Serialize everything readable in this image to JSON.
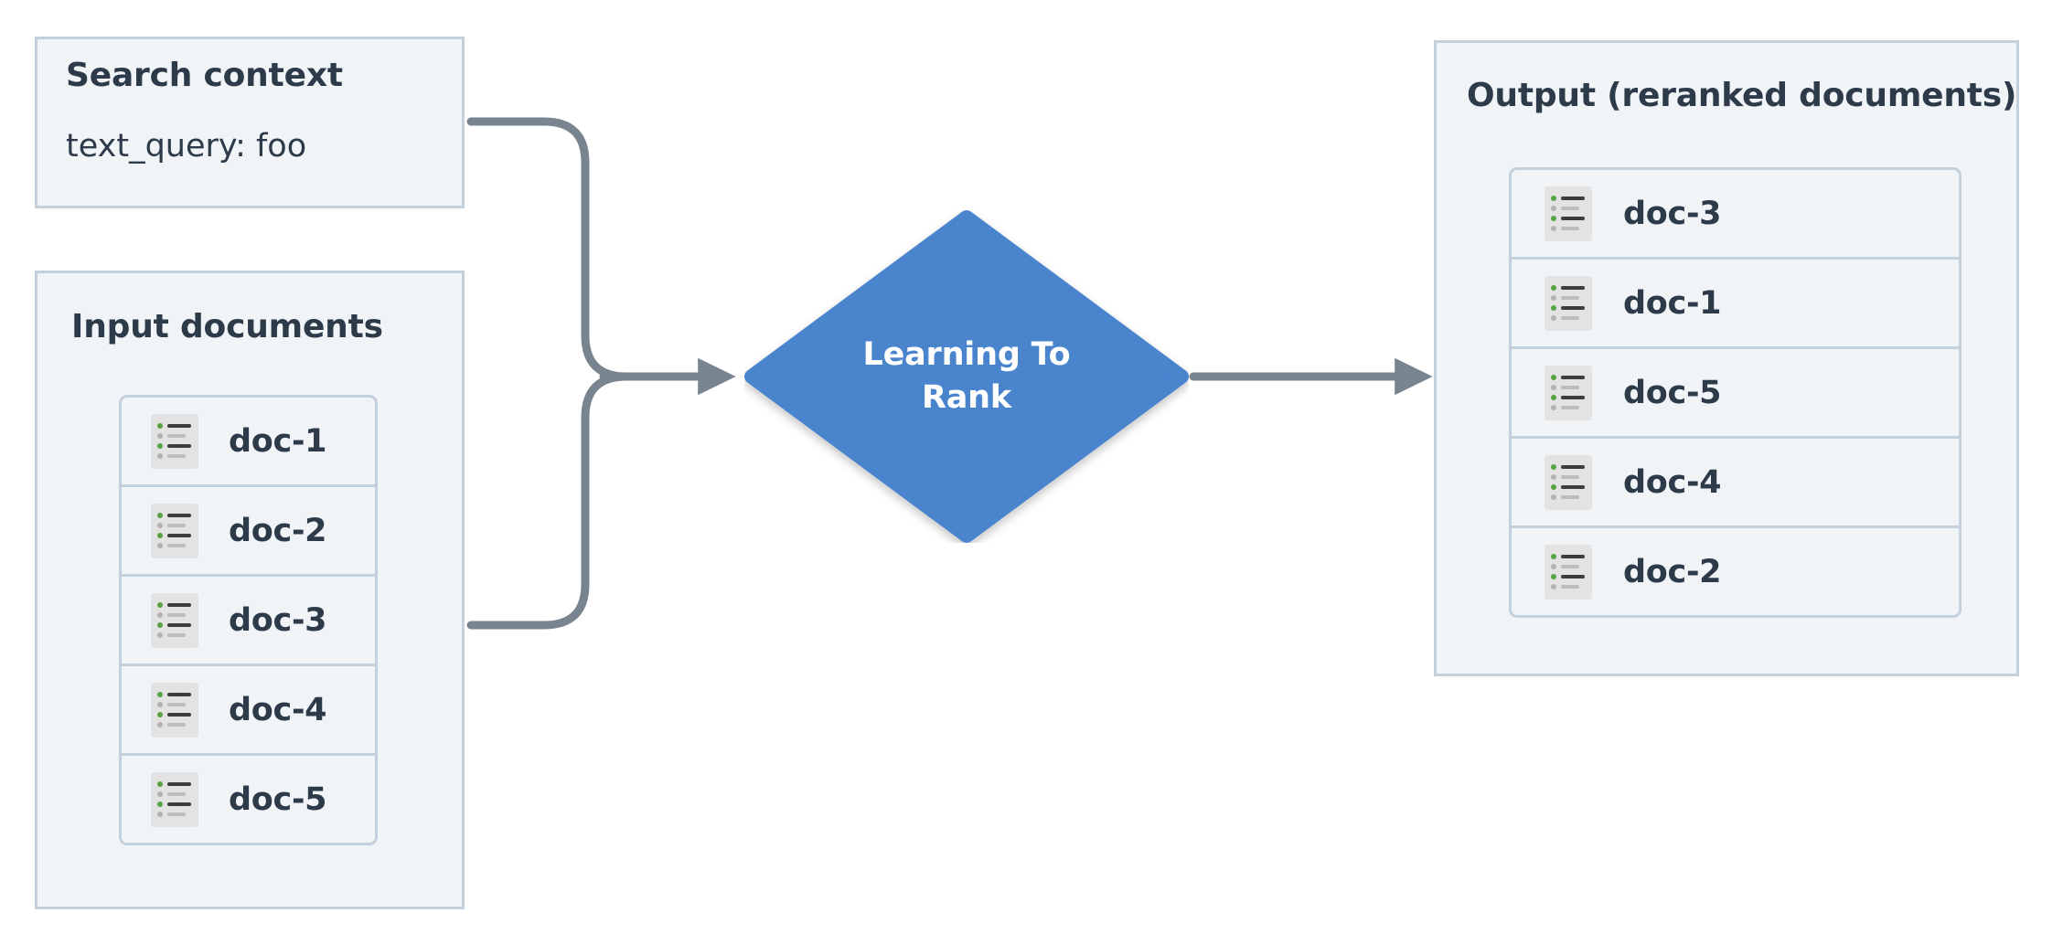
{
  "diagram": {
    "title": "Learning To Rank reranking flow",
    "colors": {
      "panel_bg": "#f1f4f7",
      "panel_border": "#c4d0dc",
      "text": "#2d3a49",
      "node_blue": "#4884cd",
      "connector": "#78848f",
      "icon_bg": "#e3e3e3",
      "icon_accent_green": "#56a140",
      "icon_bar_dark": "#3c3c3c",
      "icon_bar_gray": "#bcbcbc"
    }
  },
  "search_context": {
    "title": "Search context",
    "query_line": "text_query: foo"
  },
  "input_documents": {
    "title": "Input documents",
    "docs": [
      {
        "label": "doc-1"
      },
      {
        "label": "doc-2"
      },
      {
        "label": "doc-3"
      },
      {
        "label": "doc-4"
      },
      {
        "label": "doc-5"
      }
    ]
  },
  "process_node": {
    "shape": "diamond",
    "line1": "Learning To",
    "line2": "Rank"
  },
  "output": {
    "title": "Output (reranked documents)",
    "docs": [
      {
        "label": "doc-3"
      },
      {
        "label": "doc-1"
      },
      {
        "label": "doc-5"
      },
      {
        "label": "doc-4"
      },
      {
        "label": "doc-2"
      }
    ]
  },
  "connectors": [
    {
      "name": "search-context-to-ltr",
      "from": "Search context",
      "to": "Learning To Rank",
      "arrow": true
    },
    {
      "name": "input-documents-to-ltr",
      "from": "Input documents",
      "to": "Learning To Rank",
      "arrow": true
    },
    {
      "name": "ltr-to-output",
      "from": "Learning To Rank",
      "to": "Output (reranked documents)",
      "arrow": true
    }
  ]
}
